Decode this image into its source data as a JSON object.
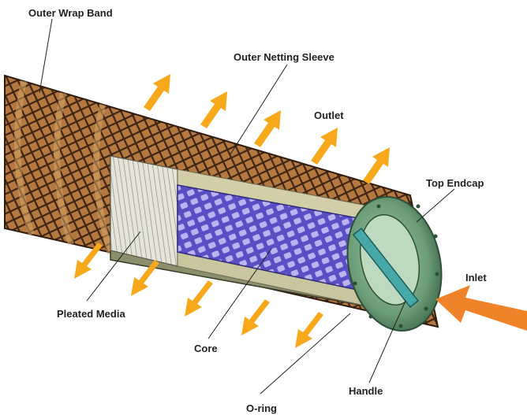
{
  "labels": {
    "outer_wrap_band": "Outer Wrap Band",
    "outer_netting_sleeve": "Outer Netting Sleeve",
    "outlet": "Outlet",
    "top_endcap": "Top Endcap",
    "inlet": "Inlet",
    "pleated_media": "Pleated Media",
    "core": "Core",
    "o_ring": "O-ring",
    "handle": "Handle"
  },
  "colors": {
    "outlet_arrow": "#f7a81b",
    "inlet_arrow": "#f0822a",
    "wrap_band": "#8a5a2b",
    "netting": "#3e2414",
    "pleated_media": "#d8d8cc",
    "core": "#6b5fd0",
    "endcap": "#5e8f6a",
    "handle": "#3e9c9c"
  }
}
